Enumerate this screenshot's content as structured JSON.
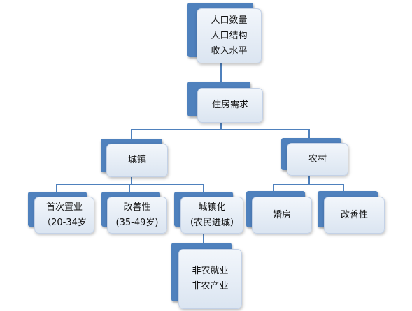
{
  "nodes": {
    "top": {
      "lines": [
        "人口数量",
        "人口结构",
        "收入水平"
      ]
    },
    "demand": {
      "label": "住房需求"
    },
    "urban": {
      "label": "城镇"
    },
    "rural": {
      "label": "农村"
    },
    "first_home": {
      "line1": "首次置业",
      "line2": "（20-34岁"
    },
    "upgrade_urban": {
      "line1": "改善性",
      "line2": "(35-49岁)"
    },
    "urbanization": {
      "line1": "城镇化",
      "line2": "（农民进城）"
    },
    "wedding_home": {
      "label": "婚房"
    },
    "upgrade_rural": {
      "label": "改善性"
    },
    "nonfarm": {
      "line1": "非农就业",
      "line2": "非农产业"
    }
  },
  "colors": {
    "accent": "#4f81bd",
    "card_top": "#f2f6fb",
    "card_bottom": "#dbe5f1",
    "card_border": "#c3d1e6",
    "text": "#111111"
  }
}
